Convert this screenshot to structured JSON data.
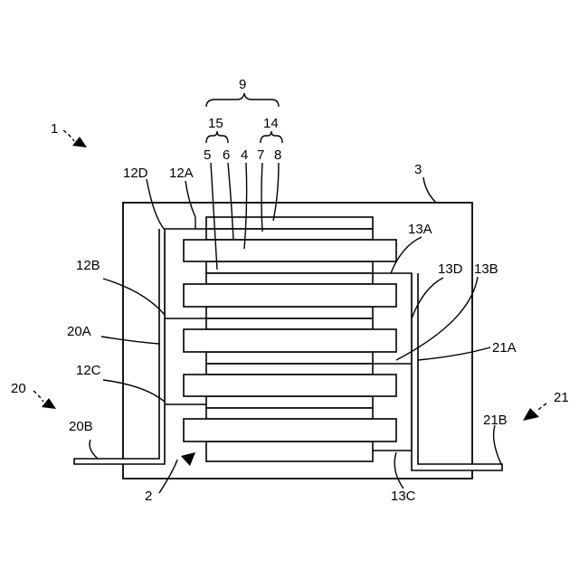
{
  "labels": {
    "assembly": "1",
    "body": "2",
    "case": "3",
    "separator": "4",
    "layer5": "5",
    "layer6": "6",
    "layer7": "7",
    "layer8": "8",
    "group9": "9",
    "group14": "14",
    "group15": "15",
    "tab12a": "12A",
    "tab12b": "12B",
    "tab12c": "12C",
    "tab12d": "12D",
    "tab13a": "13A",
    "tab13b": "13B",
    "tab13c": "13C",
    "tab13d": "13D",
    "terminal20": "20",
    "terminal20a": "20A",
    "terminal20b": "20B",
    "terminal21": "21",
    "terminal21a": "21A",
    "terminal21b": "21B"
  }
}
